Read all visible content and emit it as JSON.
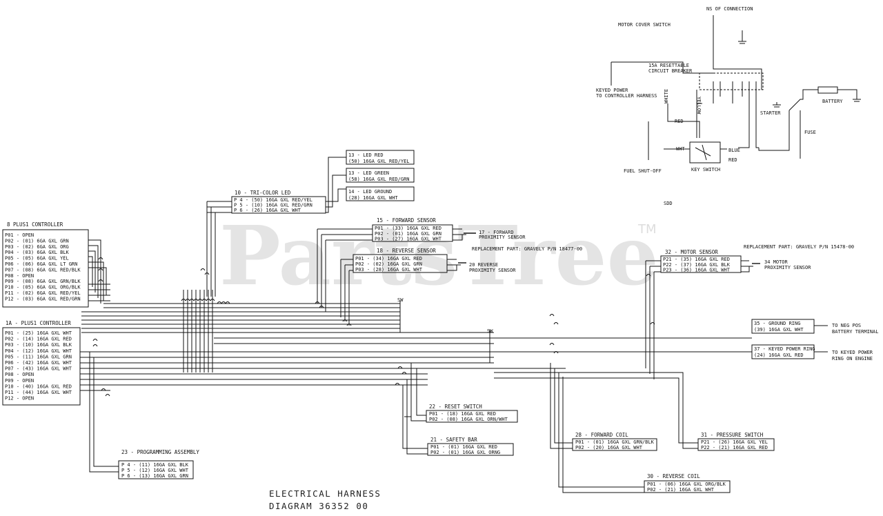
{
  "watermark": {
    "text": "PartsTree",
    "tm": "TM"
  },
  "title": {
    "line1": "ELECTRICAL HARNESS",
    "line2": "DIAGRAM 36352 00"
  },
  "labels": {
    "ns_connector": "NS OF CONNECTION",
    "motor_cover_switch": "MOTOR COVER SWITCH",
    "breaker": [
      "15A RESETTABLE",
      "CIRCUIT BREAKER"
    ],
    "keyed_power": [
      "KEYED POWER",
      "TO CONTROLLER HARNESS"
    ],
    "fuel_shutoff": "FUEL SHUT-OFF",
    "key_switch": "KEY SWITCH",
    "starter": "STARTER",
    "battery": "BATTERY",
    "fuse": "FUSE",
    "wht": "WHT",
    "blue": "BLUE",
    "red": "RED",
    "red2": "RED",
    "yellow": "YELLOW",
    "white": "WHITE",
    "sw1": "SW",
    "sw2": "SW",
    "sdd": "SDD"
  },
  "plus1": {
    "title": "8   PLUS1 CONTROLLER",
    "rows": [
      "P01 - OPEN",
      "P02 - (01) 6GA GXL GRN",
      "P03 - (02) 6GA GXL ORG",
      "P04 - (03) 6GA GXL BLK",
      "P05 - (05) 6GA GXL YEL",
      "P06 - (06) 6GA GXL LT GRN",
      "P07 - (08) 6GA GXL RED/BLK",
      "P08 - OPEN",
      "P09 - (08) 6GA GXL GRN/BLK",
      "P10 - (05) 6GA GXL ORG/BLK",
      "P11 - (02) 6GA GXL RED/YEL",
      "P12 - (03) 6GA GXL RED/GRN"
    ]
  },
  "plus1a": {
    "title": "1A - PLUS1 CONTROLLER",
    "rows": [
      "P01 - (25) 16GA GXL WHT",
      "P02 - (14) 16GA GXL RED",
      "P03 - (10) 16GA GXL BLK",
      "P04 - (12) 16GA GXL WHT",
      "P05 - (11) 16GA GXL GRN",
      "P06 - (42) 16GA GXL WHT",
      "P07 - (43) 16GA GXL WHT",
      "P08 - OPEN",
      "P09 - OPEN",
      "P10 - (40) 16GA GXL RED",
      "P11 - (44) 16GA GXL WHT",
      "P12 - OPEN"
    ]
  },
  "tricolor": {
    "title": "10 - TRI-COLOR LED",
    "rows": [
      "P 4 - (50) 16GA GXL RED/YEL",
      "P 5 - (10) 16GA GXL RED/GRN",
      "P 6 - (26) 16GA GXL WHT"
    ]
  },
  "leds": [
    {
      "l1": "13 - LED RED",
      "l2": "(50) 16GA GXL RED/YEL"
    },
    {
      "l1": "13 - LED GREEN",
      "l2": "(58) 16GA GXL RED/GRN"
    },
    {
      "l1": "14 - LED GROUND",
      "l2": "(28) 16GA GXL WHT"
    }
  ],
  "fwd_sensor": {
    "title": "15 - FORWARD SENSOR",
    "rows": [
      "P01 - (33) 16GA GXL RED",
      "P02 - (01) 16GA GXL GRN",
      "P03 - (27) 16GA GXL WHT"
    ],
    "side": [
      "17 - FORWARD",
      "PROXIMITY SENSOR"
    ]
  },
  "rev_sensor": {
    "title": "18 - REVERSE SENSOR",
    "rows": [
      "P01 - (34) 16GA GXL RED",
      "P02 - (02) 16GA GXL GRN",
      "P03 - (28) 16GA GXL WHT"
    ],
    "side": [
      "20 REVERSE",
      "PROXIMITY SENSOR"
    ],
    "replacement": "REPLACEMENT PART: GRAVELY P/N 18477-00"
  },
  "motor_sensor": {
    "title": "32 - MOTOR SENSOR",
    "rows": [
      "P21 - (35) 16GA GXL RED",
      "P22 - (37) 16GA GXL BLK",
      "P23 - (36) 16GA GXL WHT"
    ],
    "side": [
      "34 MOTOR",
      "PROXIMITY SENSOR"
    ],
    "replacement": "REPLACEMENT PART: GRAVELY P/N 15478-00"
  },
  "ground": {
    "rows": [
      "35 - GROUND RING",
      "(39) 16GA GXL WHT"
    ],
    "to": [
      "TO NEG POS",
      "BATTERY TERMINAL"
    ]
  },
  "keyed": {
    "rows": [
      "37 - KEYED POWER RING",
      "(24) 16GA GXL RED"
    ],
    "to": [
      "TO KEYED POWER",
      "RING ON ENGINE"
    ]
  },
  "reset_sw": {
    "title": "22 - RESET SWITCH",
    "rows": [
      "P01 - (18) 16GA GXL RED",
      "P02 - (08) 16GA GXL ORN/WHT"
    ]
  },
  "safety": {
    "title": "21 - SAFETY BAR",
    "rows": [
      "P01 - (01) 16GA GXL RED",
      "P02 - (01) 16GA GXL ORNG"
    ]
  },
  "prog": {
    "title": "23 - PROGRAMMING ASSEMBLY",
    "rows": [
      "P 4 - (11) 16GA GXL BLK",
      "P 5 - (12) 16GA GXL WHT",
      "P 6 - (13) 16GA GXL GRN"
    ]
  },
  "fwd_coil": {
    "title": "28 - FORWARD COIL",
    "rows": [
      "P01 - (01) 16GA GXL GRN/BLK",
      "P02 - (20) 16GA GXL WHT"
    ]
  },
  "pressure": {
    "title": "31 - PRESSURE SWITCH",
    "rows": [
      "P21 - (26) 16GA GXL YEL",
      "P22 - (21) 16GA GXL RED"
    ]
  },
  "rev_coil": {
    "title": "30 - REVERSE COIL",
    "rows": [
      "P01 - (06) 16GA GXL ORG/BLK",
      "P02 - (21) 16GA GXL WHT"
    ]
  }
}
